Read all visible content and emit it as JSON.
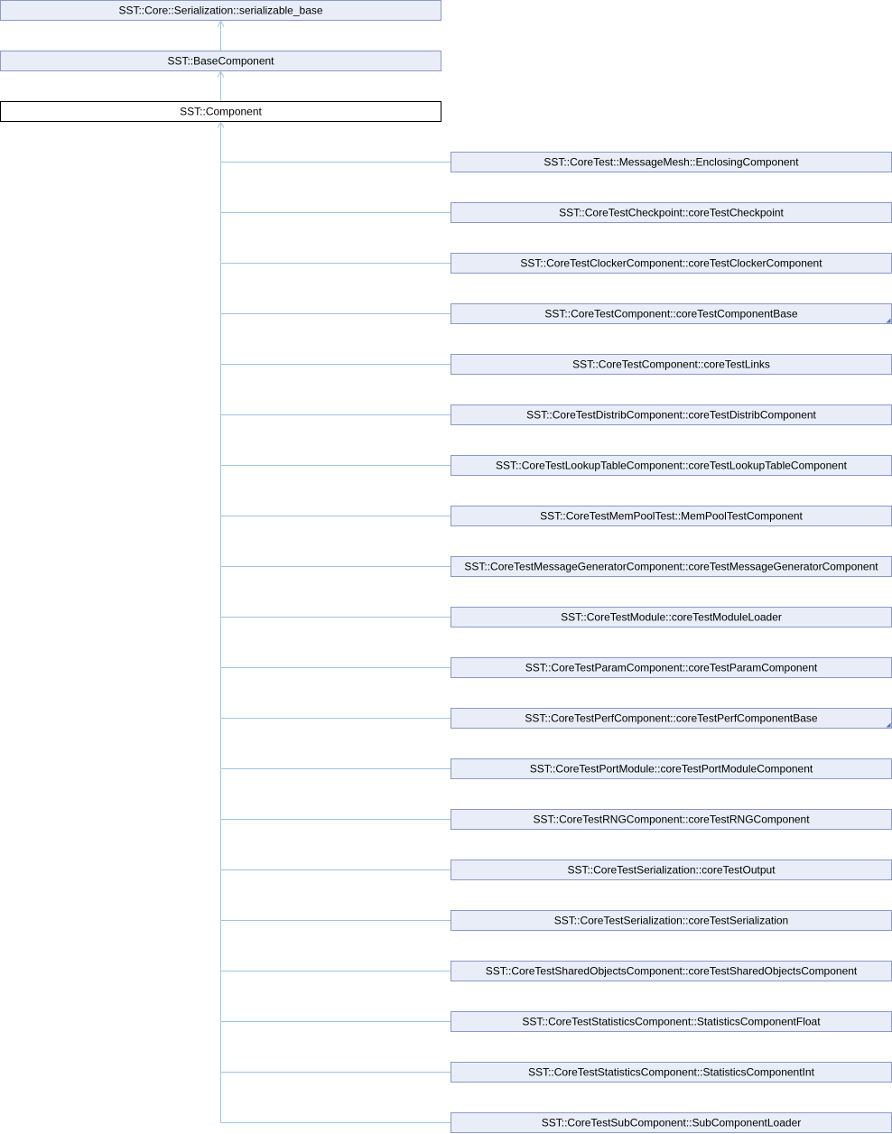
{
  "colors": {
    "node_fill": "#e8edf7",
    "node_border": "#8a99c8",
    "current_fill": "#ffffff",
    "current_border": "#000000",
    "edge": "#9fc5e0",
    "marker": "#4f74b8"
  },
  "ancestors": [
    {
      "label": "SST::Core::Serialization::serializable_base"
    },
    {
      "label": "SST::BaseComponent"
    }
  ],
  "current": {
    "label": "SST::Component"
  },
  "children": [
    {
      "label": "SST::CoreTest::MessageMesh::EnclosingComponent",
      "has_more": false
    },
    {
      "label": "SST::CoreTestCheckpoint::coreTestCheckpoint",
      "has_more": false
    },
    {
      "label": "SST::CoreTestClockerComponent::coreTestClockerComponent",
      "has_more": false
    },
    {
      "label": "SST::CoreTestComponent::coreTestComponentBase",
      "has_more": true
    },
    {
      "label": "SST::CoreTestComponent::coreTestLinks",
      "has_more": false
    },
    {
      "label": "SST::CoreTestDistribComponent::coreTestDistribComponent",
      "has_more": false
    },
    {
      "label": "SST::CoreTestLookupTableComponent::coreTestLookupTableComponent",
      "has_more": false
    },
    {
      "label": "SST::CoreTestMemPoolTest::MemPoolTestComponent",
      "has_more": false
    },
    {
      "label": "SST::CoreTestMessageGeneratorComponent::coreTestMessageGeneratorComponent",
      "has_more": false
    },
    {
      "label": "SST::CoreTestModule::coreTestModuleLoader",
      "has_more": false
    },
    {
      "label": "SST::CoreTestParamComponent::coreTestParamComponent",
      "has_more": false
    },
    {
      "label": "SST::CoreTestPerfComponent::coreTestPerfComponentBase",
      "has_more": true
    },
    {
      "label": "SST::CoreTestPortModule::coreTestPortModuleComponent",
      "has_more": false
    },
    {
      "label": "SST::CoreTestRNGComponent::coreTestRNGComponent",
      "has_more": false
    },
    {
      "label": "SST::CoreTestSerialization::coreTestOutput",
      "has_more": false
    },
    {
      "label": "SST::CoreTestSerialization::coreTestSerialization",
      "has_more": false
    },
    {
      "label": "SST::CoreTestSharedObjectsComponent::coreTestSharedObjectsComponent",
      "has_more": false
    },
    {
      "label": "SST::CoreTestStatisticsComponent::StatisticsComponentFloat",
      "has_more": false
    },
    {
      "label": "SST::CoreTestStatisticsComponent::StatisticsComponentInt",
      "has_more": false
    },
    {
      "label": "SST::CoreTestSubComponent::SubComponentLoader",
      "has_more": false
    }
  ]
}
